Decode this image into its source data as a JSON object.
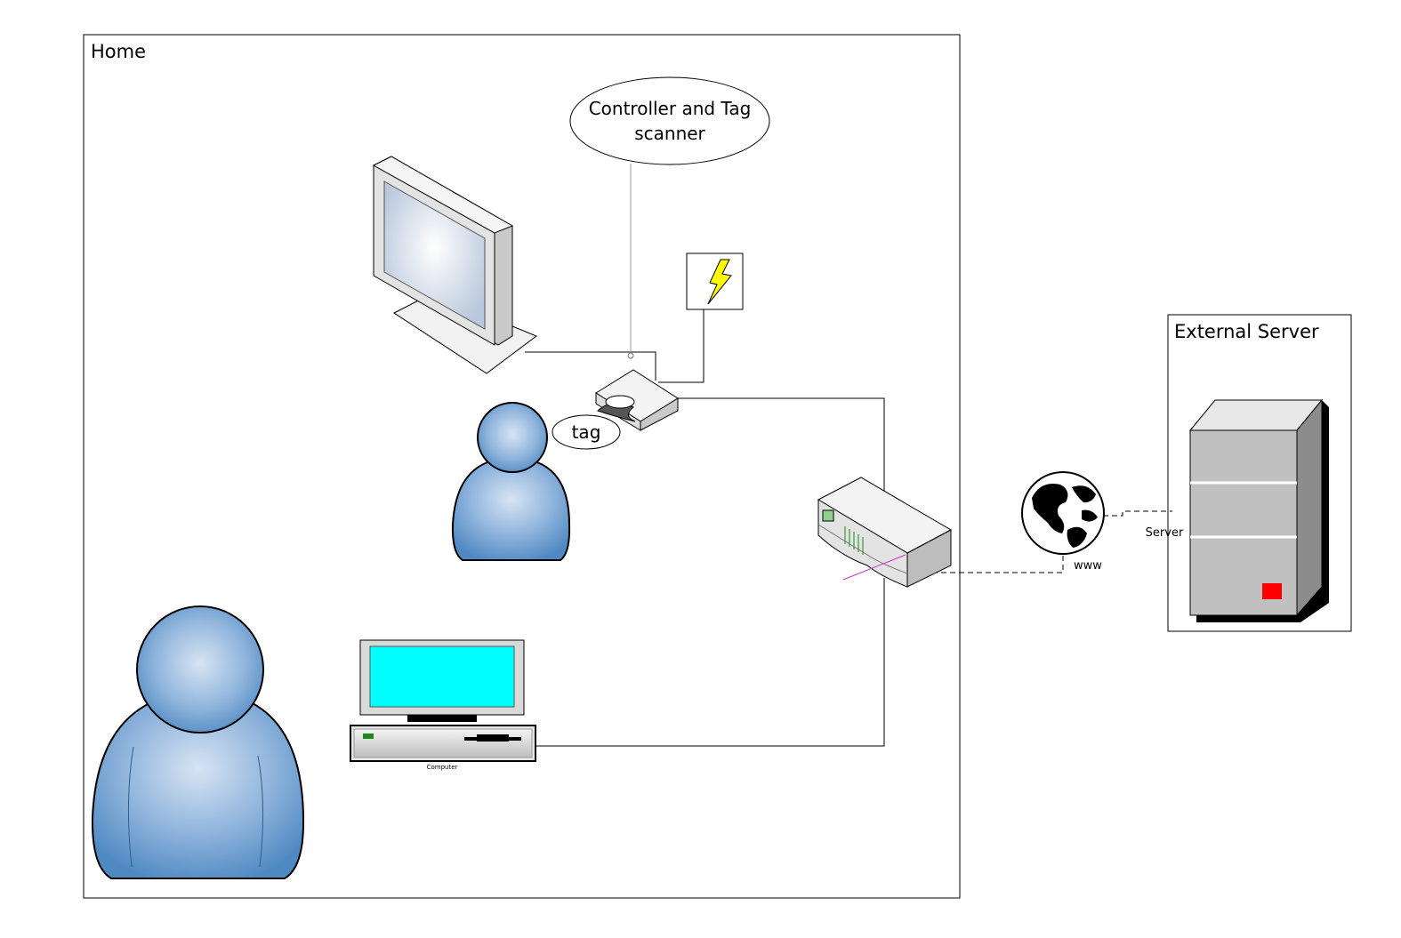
{
  "zones": {
    "home": {
      "label": "Home"
    },
    "external": {
      "label": "External Server"
    }
  },
  "callouts": {
    "controller": {
      "line1": "Controller and Tag",
      "line2": "scanner"
    },
    "tag": {
      "label": "tag"
    }
  },
  "labels": {
    "computer": "Computer",
    "www": "www",
    "server": "Server"
  },
  "icons": {
    "tv": "flat-screen-monitor-icon",
    "controller": "tag-scanner-device-icon",
    "power": "lightning-power-icon",
    "router": "router-icon",
    "globe": "globe-icon",
    "server": "server-tower-icon",
    "computer": "desktop-computer-icon",
    "person": "user-icon"
  },
  "colors": {
    "person_fill": "#5b93c8",
    "screen_cyan": "#00ffff",
    "server_gray": "#c0c0c0",
    "server_led": "#ff0000",
    "lightning": "#ffff00"
  }
}
